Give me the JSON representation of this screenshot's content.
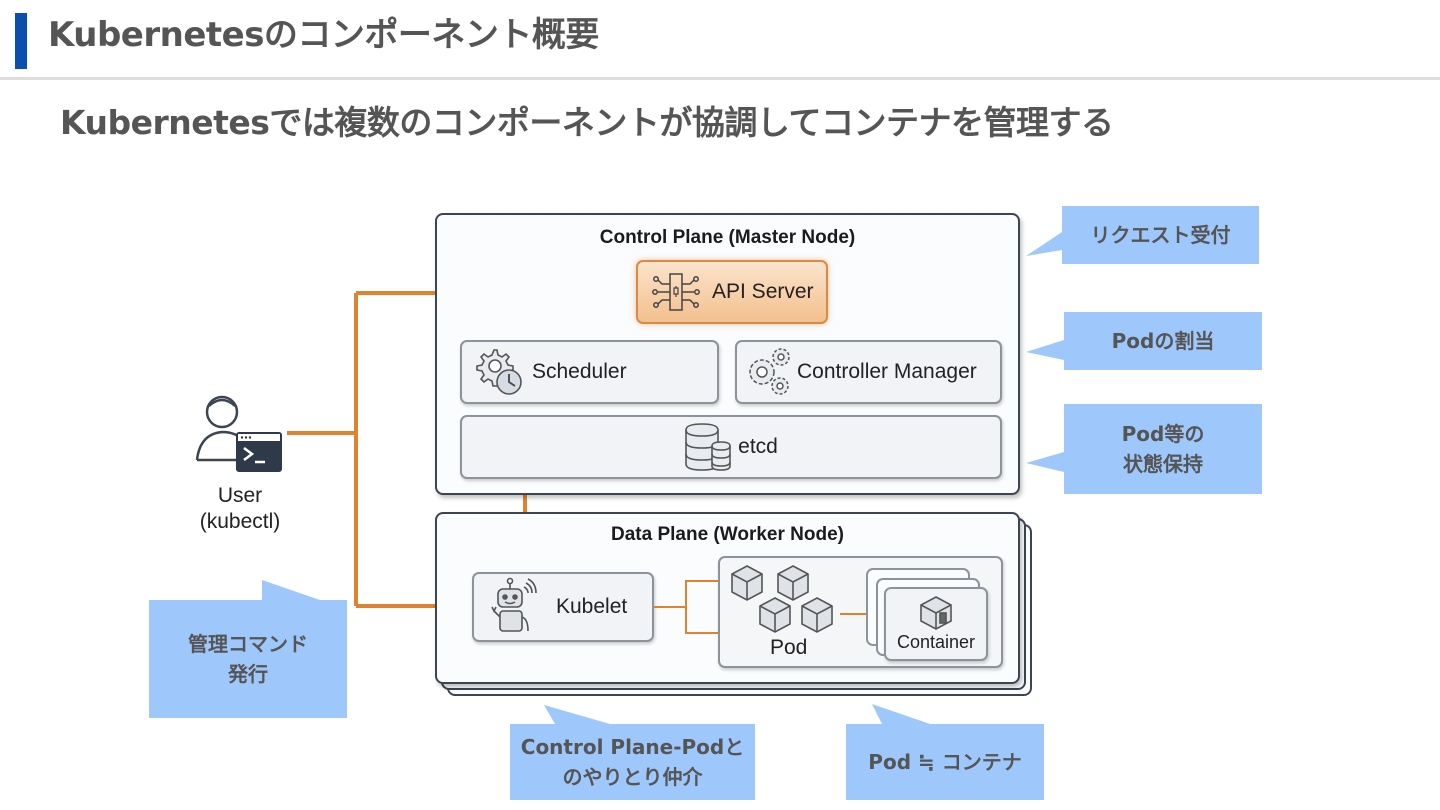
{
  "header": {
    "title": "Kubernetesのコンポーネント概要",
    "accent_color": "#0a4fb0"
  },
  "subtitle": "Kubernetesでは複数のコンポーネントが協調してコンテナを管理する",
  "diagram": {
    "arrow_color": "#e0832f",
    "user": {
      "icon": "user-terminal-icon",
      "label_line1": "User",
      "label_line2": "(kubectl)"
    },
    "control_plane": {
      "title": "Control Plane (Master Node)",
      "components": {
        "api_server": {
          "label": "API Server",
          "icon": "api-chip-icon"
        },
        "scheduler": {
          "label": "Scheduler",
          "icon": "gear-clock-icon"
        },
        "controller_manager": {
          "label": "Controller Manager",
          "icon": "gears-icon"
        },
        "etcd": {
          "label": "etcd",
          "icon": "database-icon"
        }
      }
    },
    "data_plane": {
      "title": "Data Plane (Worker Node)",
      "components": {
        "kubelet": {
          "label": "Kubelet",
          "icon": "robot-icon"
        },
        "pod": {
          "label": "Pod",
          "icon": "cubes-icon"
        },
        "container": {
          "label": "Container",
          "icon": "container-cube-icon"
        }
      }
    }
  },
  "callouts": {
    "request": "リクエスト受付",
    "pod_assign": "Podの割当",
    "state_line1": "Pod等の",
    "state_line2": "状態保持",
    "command_line1": "管理コマンド",
    "command_line2": "発行",
    "kubelet_line1": "Control Plane-Podと",
    "kubelet_line2": "のやりとり仲介",
    "pod": "Pod ≒ コンテナ",
    "color": "#9ec7fb"
  }
}
